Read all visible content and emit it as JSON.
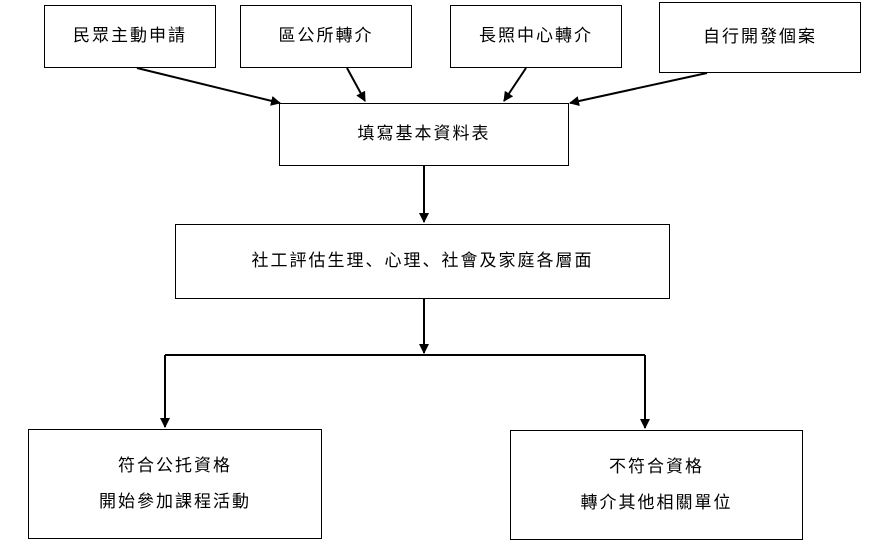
{
  "diagram": {
    "sources": [
      {
        "label": "民眾主動申請"
      },
      {
        "label": "區公所轉介"
      },
      {
        "label": "長照中心轉介"
      },
      {
        "label": "自行開發個案"
      }
    ],
    "steps": {
      "basic_form": "填寫基本資料表",
      "assessment": "社工評估生理、心理、社會及家庭各層面"
    },
    "outcomes": {
      "eligible": {
        "line1": "符合公托資格",
        "line2": "開始參加課程活動"
      },
      "ineligible": {
        "line1": "不符合資格",
        "line2": "轉介其他相關單位"
      }
    },
    "colors": {
      "stroke": "#000000",
      "background": "#ffffff"
    }
  }
}
